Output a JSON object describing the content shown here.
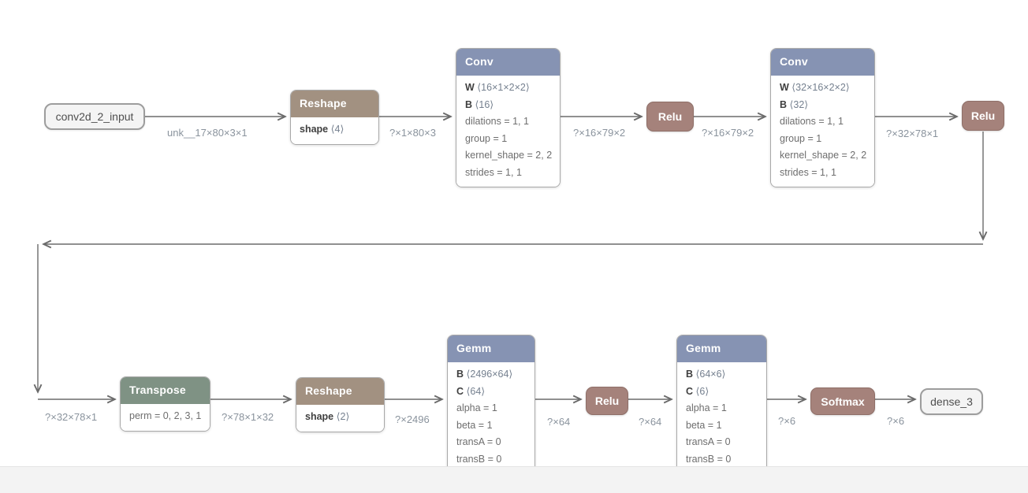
{
  "palette": {
    "layer_header": "#8693b3",
    "reshape_header": "#a29181",
    "transpose_header": "#7f9284",
    "activation_fill": "#a5827b",
    "io_fill": "#f4f4f4",
    "edge_line": "#6b6b6b",
    "edge_label_text": "#8a939d"
  },
  "nodes": {
    "input": {
      "label": "conv2d_2_input"
    },
    "reshape1": {
      "title": "Reshape",
      "params": [
        {
          "name": "shape",
          "value": "⟨4⟩"
        }
      ]
    },
    "conv1": {
      "title": "Conv",
      "params": [
        {
          "name": "W",
          "value": "⟨16×1×2×2⟩"
        },
        {
          "name": "B",
          "value": "⟨16⟩"
        }
      ],
      "attrs": [
        "dilations = 1, 1",
        "group = 1",
        "kernel_shape = 2, 2",
        "strides = 1, 1"
      ]
    },
    "relu1": {
      "title": "Relu"
    },
    "conv2": {
      "title": "Conv",
      "params": [
        {
          "name": "W",
          "value": "⟨32×16×2×2⟩"
        },
        {
          "name": "B",
          "value": "⟨32⟩"
        }
      ],
      "attrs": [
        "dilations = 1, 1",
        "group = 1",
        "kernel_shape = 2, 2",
        "strides = 1, 1"
      ]
    },
    "relu2": {
      "title": "Relu"
    },
    "transpose": {
      "title": "Transpose",
      "attrs": [
        "perm = 0, 2, 3, 1"
      ]
    },
    "reshape2": {
      "title": "Reshape",
      "params": [
        {
          "name": "shape",
          "value": "⟨2⟩"
        }
      ]
    },
    "gemm1": {
      "title": "Gemm",
      "params": [
        {
          "name": "B",
          "value": "⟨2496×64⟩"
        },
        {
          "name": "C",
          "value": "⟨64⟩"
        }
      ],
      "attrs": [
        "alpha = 1",
        "beta = 1",
        "transA = 0",
        "transB = 0"
      ]
    },
    "relu3": {
      "title": "Relu"
    },
    "gemm2": {
      "title": "Gemm",
      "params": [
        {
          "name": "B",
          "value": "⟨64×6⟩"
        },
        {
          "name": "C",
          "value": "⟨6⟩"
        }
      ],
      "attrs": [
        "alpha = 1",
        "beta = 1",
        "transA = 0",
        "transB = 0"
      ]
    },
    "softmax": {
      "title": "Softmax"
    },
    "output": {
      "label": "dense_3"
    }
  },
  "edge_labels": {
    "e1": "unk__17×80×3×1",
    "e2": "?×1×80×3",
    "e3": "?×16×79×2",
    "e4": "?×16×79×2",
    "e5": "?×32×78×1",
    "e6": "?×32×78×1",
    "e7": "?×78×1×32",
    "e8": "?×2496",
    "e9": "?×64",
    "e10": "?×64",
    "e11": "?×6",
    "e12": "?×6"
  }
}
